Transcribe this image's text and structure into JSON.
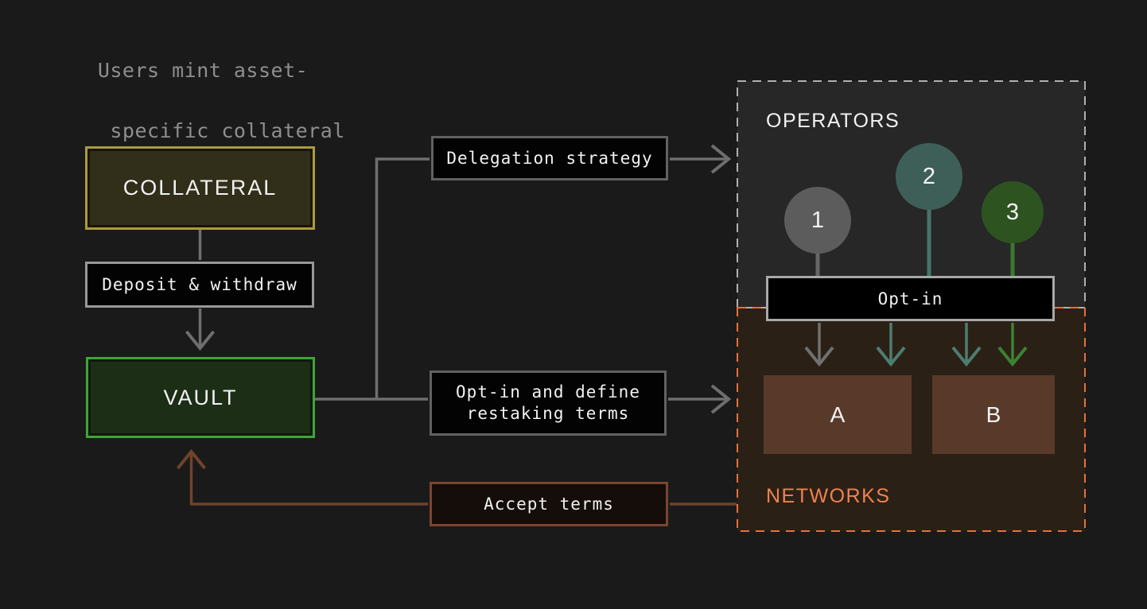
{
  "note": {
    "line1": "Users mint asset-",
    "line2": "specific collateral"
  },
  "flow_boxes": {
    "collateral": {
      "label": "COLLATERAL"
    },
    "deposit": {
      "label": "Deposit & withdraw"
    },
    "vault": {
      "label": "VAULT"
    },
    "delegation": {
      "label": "Delegation strategy"
    },
    "optin_define": {
      "line1": "Opt-in and define",
      "line2": "restaking terms"
    },
    "accept": {
      "label": "Accept terms"
    }
  },
  "operators": {
    "title": "OPERATORS",
    "items": [
      {
        "label": "1",
        "color": "#5c5c5c"
      },
      {
        "label": "2",
        "color": "#3e5f57"
      },
      {
        "label": "3",
        "color": "#2d5420"
      }
    ],
    "optin_label": "Opt-in"
  },
  "networks": {
    "title": "NETWORKS",
    "items": [
      {
        "label": "A"
      },
      {
        "label": "B"
      }
    ]
  },
  "colors": {
    "background": "#1a1a1a",
    "note_text": "#8e8e8e",
    "collateral_border": "#ab9b3e",
    "collateral_fill": "#312e1a",
    "vault_border": "#3fa43c",
    "vault_fill": "#1c2e16",
    "accept_border": "#7b452f",
    "label_box_border": "#616161",
    "deposit_border": "#989898",
    "gray_line": "#6e6e6e",
    "brown_line": "#6f432c",
    "teal_line": "#45756a",
    "green_line": "#3a7a2e",
    "operators_region_fill": "#272727",
    "operators_dash": "#b0b0b0",
    "networks_region_fill": "#2b2016",
    "networks_dash": "#e4713c",
    "networks_title": "#ef8350",
    "network_box_fill": "#593a2a",
    "optin_bar_border": "#a8a8a8"
  }
}
